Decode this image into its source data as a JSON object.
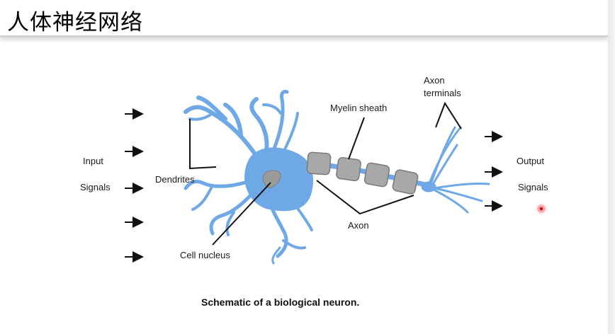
{
  "title": "人体神经网络",
  "labels": {
    "input": "Input",
    "input_signals": "Signals",
    "dendrites": "Dendrites",
    "cell_nucleus": "Cell nucleus",
    "myelin_sheath": "Myelin sheath",
    "axon": "Axon",
    "axon_terminals_line1": "Axon",
    "axon_terminals_line2": "terminals",
    "output": "Output",
    "output_signals": "Signals"
  },
  "caption": "Schematic of a biological neuron.",
  "colors": {
    "neuron_fill": "#6fa8e6",
    "myelin_fill": "#a8a8a8",
    "nucleus_fill": "#9a9a9a",
    "arrow": "#111111"
  }
}
